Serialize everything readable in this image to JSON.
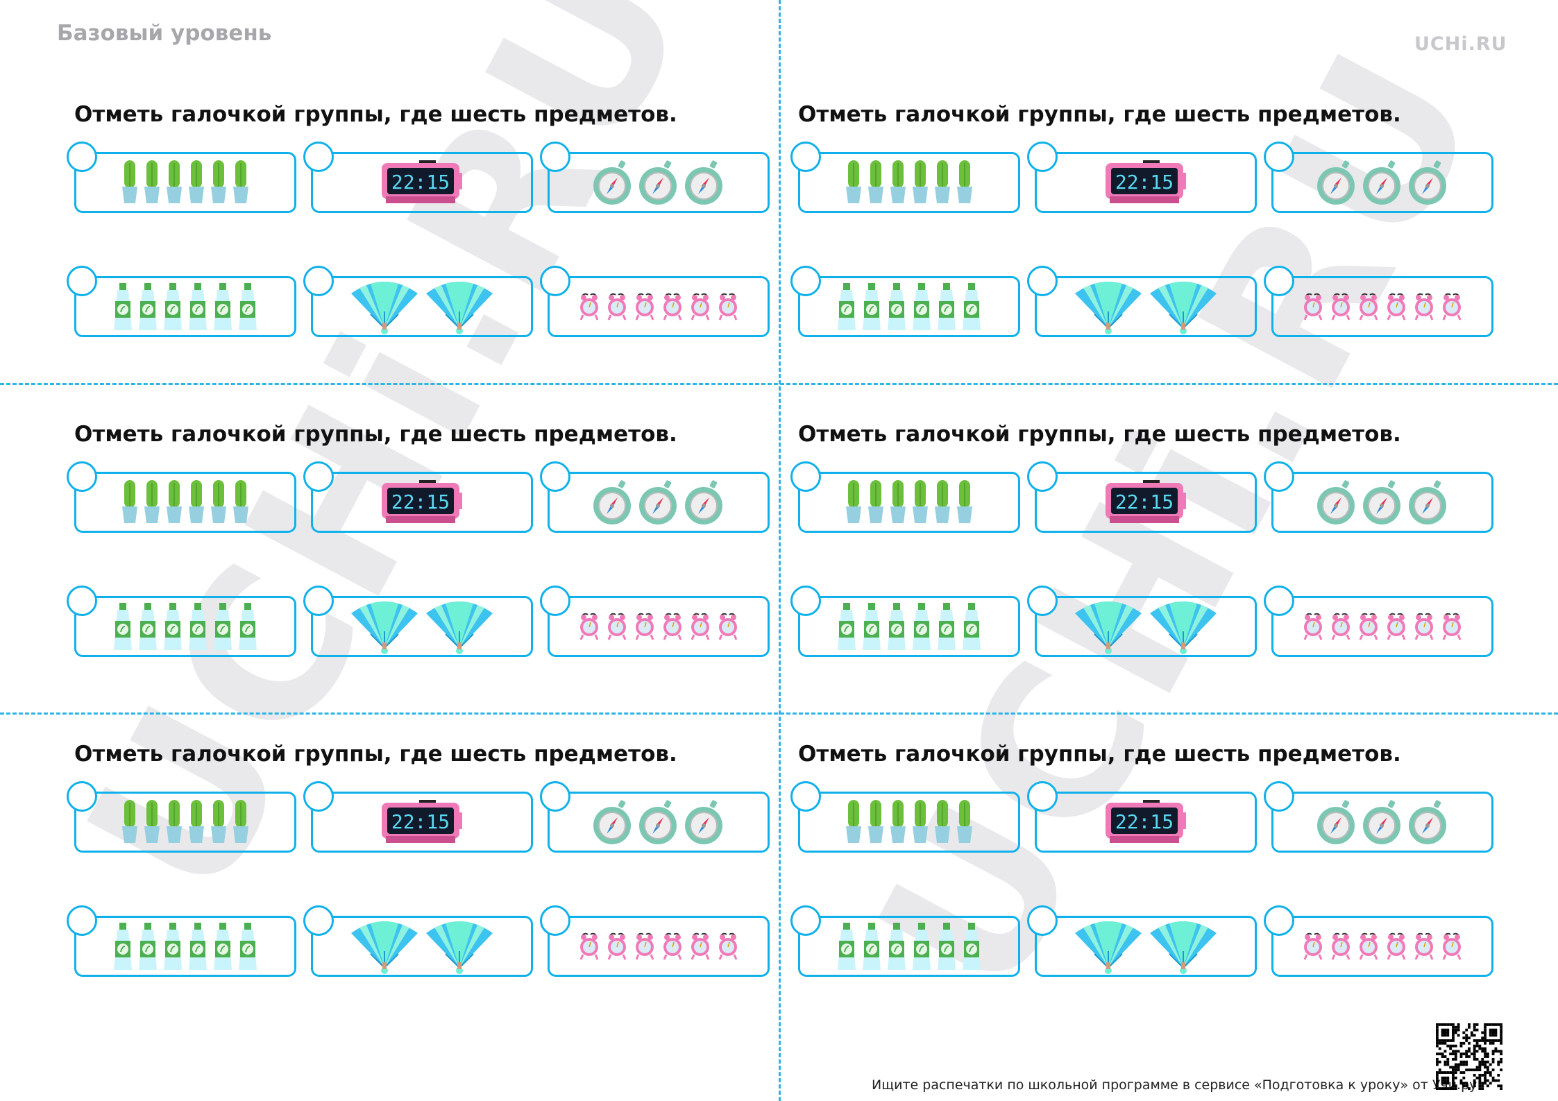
{
  "header": {
    "level": "Базовый уровень",
    "logo": "UCHi.RU"
  },
  "watermark": "UCHi.RU",
  "panels_count": 6,
  "task": {
    "title": "Отметь галочкой группы, где шесть предметов.",
    "groups": [
      {
        "item": "cactus",
        "count": 6
      },
      {
        "item": "digital-clock",
        "count": 1,
        "display": "22:15"
      },
      {
        "item": "compass",
        "count": 3
      },
      {
        "item": "tube",
        "count": 6
      },
      {
        "item": "hand-fan",
        "count": 2
      },
      {
        "item": "alarm-clock",
        "count": 6
      }
    ]
  },
  "colors": {
    "accent": "#10b1ea",
    "cactus": "#6bbf3a",
    "pot": "#95cfe0",
    "clock": "#f07ab8",
    "compass": "#7cc7b2",
    "fan": "#3cc3ef"
  },
  "footer": {
    "text": "Ищите распечатки по школьной программе в сервисе «Подготовка к уроку» от Учи.ру.",
    "qr_icon": "qr-code-icon"
  }
}
